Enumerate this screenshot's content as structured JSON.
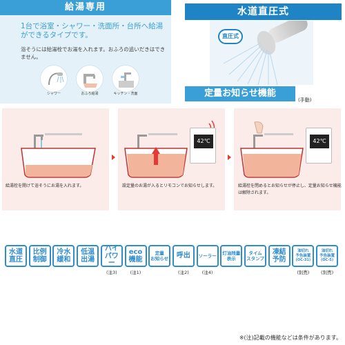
{
  "kyuto": {
    "title": "給湯専用",
    "lead": "1台で浴室・シャワー・洗面所・台所へ給湯ができるタイプです。",
    "note": "浴そうには給湯栓でお湯を入れます。おふろの追いだきはできません。",
    "icons": [
      {
        "label": "シャワー",
        "icon": "shower-icon"
      },
      {
        "label": "おふろ給湯",
        "icon": "faucet-icon"
      },
      {
        "label": "キッチン・洗面",
        "icon": "kitchen-icon"
      }
    ]
  },
  "suido": {
    "title": "水道直圧式",
    "badge": "直圧式"
  },
  "teiryo": {
    "title": "定量お知らせ機能",
    "sub": "(手動)"
  },
  "steps": [
    {
      "caption": "給湯栓を開けて浴そうにお湯を入れます。"
    },
    {
      "caption": "設定量のお湯が入るとリモコンでお知らせします。",
      "remote_temp": "42℃"
    },
    {
      "caption": "給湯栓を閉めるとお知らせが停止し、定量お知らせ機能は解除されます。",
      "remote_temp": "42℃"
    }
  ],
  "features": [
    {
      "line1": "水道",
      "line2": "直圧",
      "note": ""
    },
    {
      "line1": "比例",
      "line2": "制御",
      "note": ""
    },
    {
      "line1": "冷水",
      "line2": "緩和",
      "note": ""
    },
    {
      "line1": "低温",
      "line2": "出湯",
      "note": ""
    },
    {
      "line1": "ハイ",
      "line2": "パワー",
      "note": "(注3)"
    },
    {
      "line1": "eco",
      "line2": "機能",
      "note": "(注1)"
    },
    {
      "line1": "定量",
      "line2": "お知らせ",
      "note": ""
    },
    {
      "line1": "呼出",
      "line2": "",
      "note": "(注2)"
    },
    {
      "line1": "ソーラー",
      "line2": "",
      "note": "(注4)"
    },
    {
      "line1": "灯油残量",
      "line2": "表示",
      "note": ""
    },
    {
      "line1": "タイム",
      "line2": "スタンプ",
      "note": ""
    },
    {
      "line1": "凍結",
      "line2": "予防",
      "note": ""
    },
    {
      "line1": "油切れ",
      "line2": "予告装置",
      "line3": "(OC-31)",
      "note": "(別売)"
    },
    {
      "line1": "油切れ",
      "line2": "予告装置",
      "line3": "(OC-5)",
      "note": "(別売)"
    }
  ],
  "footer": "※(注)記載の機能などは条件があります。",
  "colors": {
    "primary": "#3a9fd6",
    "dark_blue": "#1e84c6",
    "badge": "#2e8ccf",
    "step_bg": "#fbebe9",
    "accent_red": "#e53935"
  }
}
